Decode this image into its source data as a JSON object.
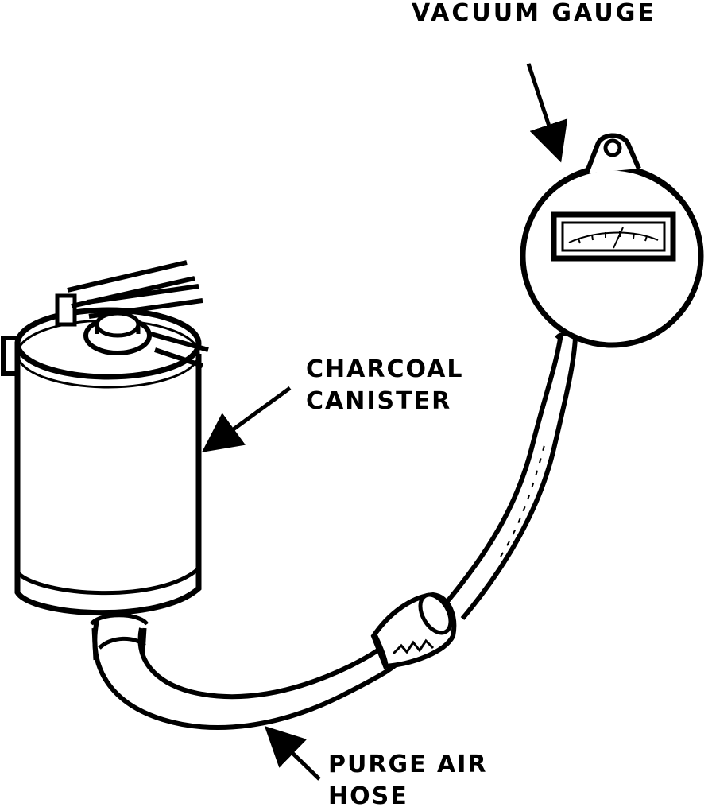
{
  "labels": {
    "vacuum_gauge": "VACUUM GAUGE",
    "charcoal_canister_line1": "CHARCOAL",
    "charcoal_canister_line2": "CANISTER",
    "purge_air_hose_line1": "PURGE AIR",
    "purge_air_hose_line2": "HOSE"
  },
  "colors": {
    "ink": "#000000",
    "paper": "#ffffff"
  }
}
